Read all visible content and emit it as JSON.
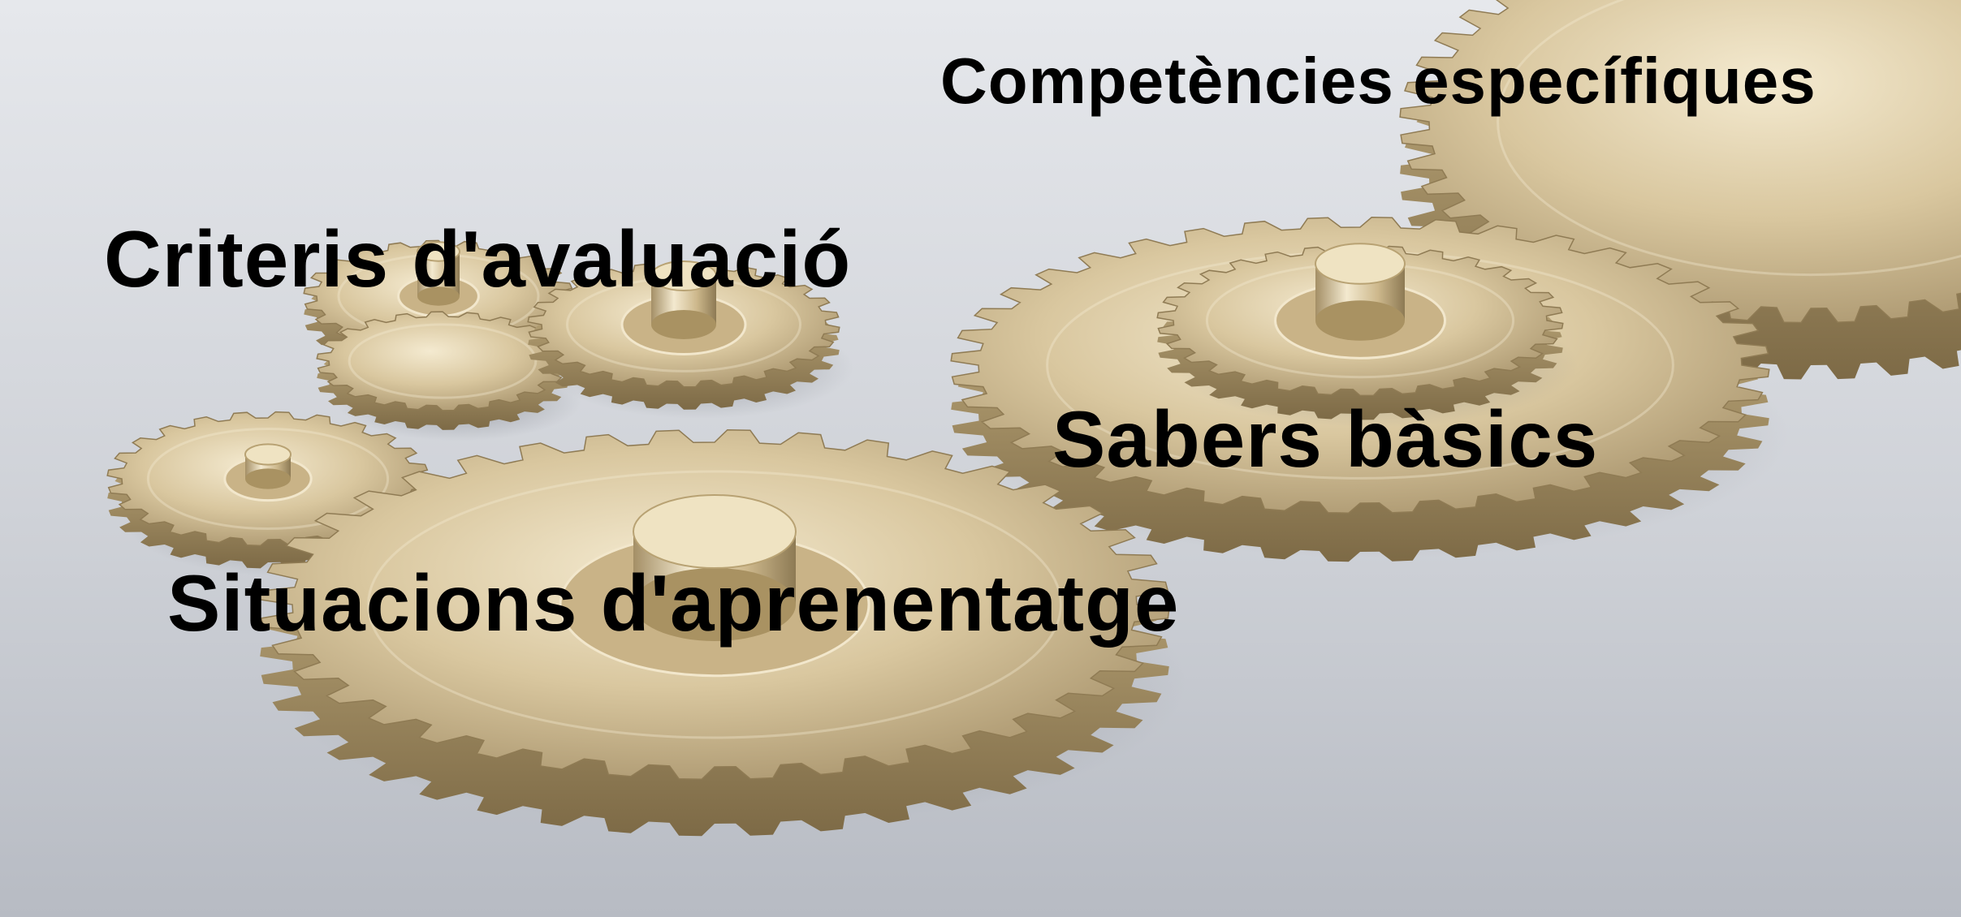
{
  "labels": {
    "competencies": "Competències específiques",
    "criteris": "Criteris d'avaluació",
    "sabers": "Sabers bàsics",
    "situacions": "Situacions d'aprenentatge"
  },
  "colors": {
    "background_light": "#e2e4e8",
    "background_dark": "#b6bac2",
    "gear_light": "#efe3c2",
    "gear_mid": "#cdb98f",
    "gear_dark": "#8a7650",
    "text": "#000000"
  },
  "icons": {
    "gears": "gear-icon"
  }
}
